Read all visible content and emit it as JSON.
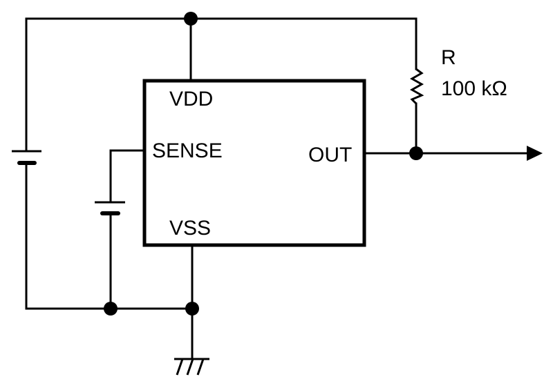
{
  "diagram": {
    "type": "circuit-schematic",
    "ic": {
      "pins": {
        "vdd": "VDD",
        "sense": "SENSE",
        "out": "OUT",
        "vss": "VSS"
      }
    },
    "resistor": {
      "name": "R",
      "value": "100 kΩ"
    },
    "components": [
      "ic",
      "resistor",
      "supply-battery",
      "sense-battery",
      "ground",
      "output-arrow"
    ],
    "colors": {
      "line": "#000000",
      "background": "#ffffff"
    }
  }
}
